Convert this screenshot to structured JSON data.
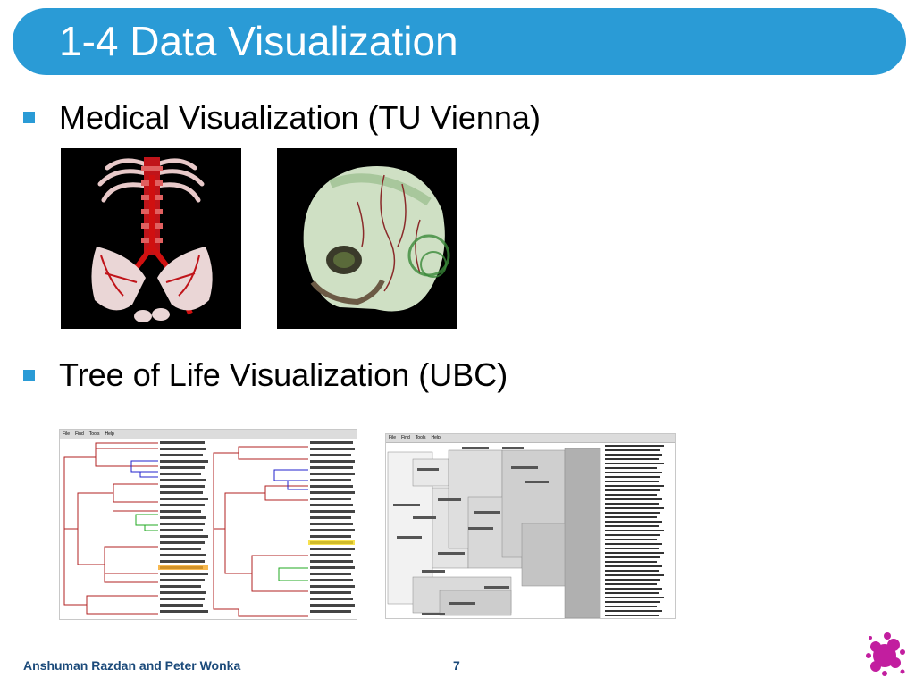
{
  "slide": {
    "title": "1-4 Data Visualization",
    "bullets": [
      "Medical Visualization (TU Vienna)",
      "Tree of Life Visualization (UBC)"
    ],
    "footer": {
      "author": "Anshuman Razdan and Peter Wonka",
      "page": "7"
    }
  },
  "tree_app": {
    "menu": [
      "File",
      "Find",
      "Tools",
      "Help"
    ]
  },
  "colors": {
    "accent": "#2a9bd6",
    "footer_text": "#1b4a7a",
    "splat": "#c21e9f"
  }
}
